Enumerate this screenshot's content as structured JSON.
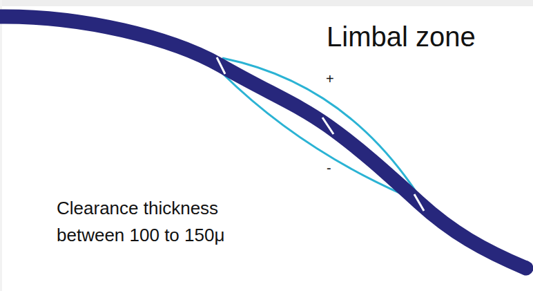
{
  "diagram": {
    "labels": [
      "Limbal zone",
      "+",
      "-",
      "Clearance thickness between 100 to 150μ"
    ]
  }
}
